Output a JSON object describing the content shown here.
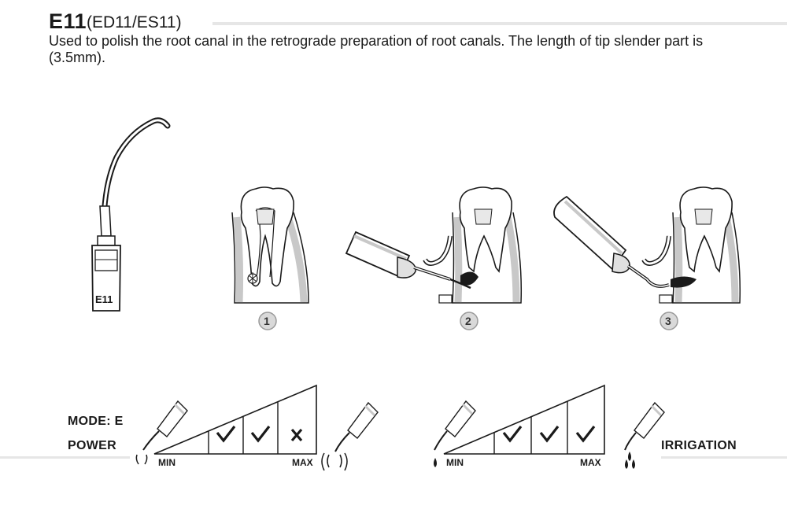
{
  "header": {
    "code": "E11",
    "aliases": "(ED11/ES11)",
    "description": "Used to polish the root canal in the retrograde preparation of root canals. The length of tip slender part is (3.5mm)."
  },
  "tip": {
    "label": "E11"
  },
  "steps": [
    "1",
    "2",
    "3"
  ],
  "settings": {
    "mode": "MODE: E",
    "power_label": "POWER",
    "irrigation_label": "IRRIGATION",
    "min_label": "MIN",
    "max_label": "MAX",
    "power_levels": [
      "check",
      "check",
      "cross"
    ],
    "irrigation_levels": [
      "check",
      "check",
      "check"
    ]
  },
  "colors": {
    "ink": "#1a1a1a",
    "rule": "#e6e6e6",
    "gum": "#c8c8c8",
    "badge": "#d9d9d9"
  }
}
